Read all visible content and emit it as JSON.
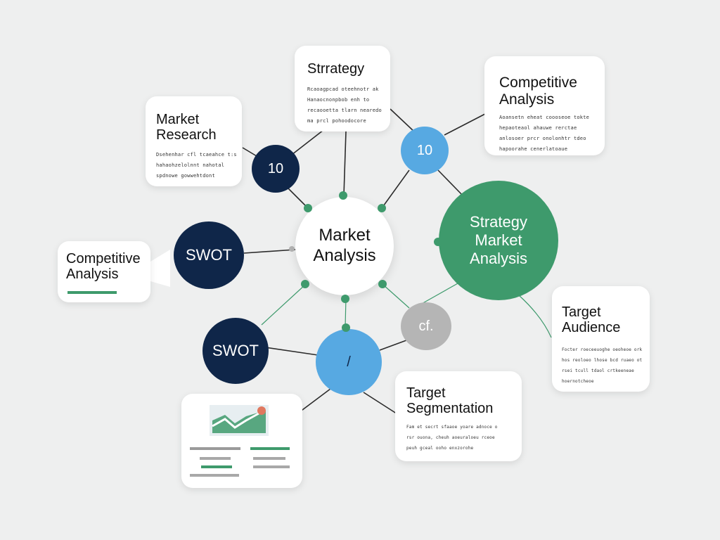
{
  "colors": {
    "background": "#eeefef",
    "navy": "#0f2649",
    "light_blue": "#57a9e2",
    "green": "#3e9a6c",
    "gray_node": "#b5b5b5",
    "connector": "#2b2b2b"
  },
  "center_node": {
    "label": "Market\nAnalysis"
  },
  "nodes": {
    "navy_top": {
      "label": "10"
    },
    "blue_top": {
      "label": "10"
    },
    "swot_left": {
      "label": "SWOT"
    },
    "swot_bottom": {
      "label": "SWOT"
    },
    "green_big": {
      "label": "Strategy\nMarket\nAnalysis"
    },
    "gray_small": {
      "label": "cf."
    },
    "blue_bottom": {
      "label": "/"
    }
  },
  "cards": {
    "strategy": {
      "title": "Strrategy",
      "text": "Rcaoagpcad oteehnotr ak\nHanaocnonpbob enh to\nrecaooetta tlarn nearedo\nma prcl pohoodocore"
    },
    "market_research": {
      "title": "Market\nResearch",
      "text": "Dsehenhar cfl tcaeahce t:s\nhahaohzelolnnt nahotal\nspdnowe gowwehtdont"
    },
    "competitive_top": {
      "title": "Competitive\nAnalysis",
      "text": "Aoansetn eheat coooseoe tokte\nhepaoteaol ahauwe rerctae\nanlosoer prcr onolonhtr tdeo\nhapoorahe cenerlatoaue"
    },
    "competitive_left": {
      "title": "Competitive\nAnalysis"
    },
    "target_audience": {
      "title": "Target\nAudience",
      "text": "Focter roeceeuoghe oeoheoe ork\nhos reoloeo lhose bcd ruaeo ot\nrsei tcull tdaol crtkeeneae\nhoernotcheoe"
    },
    "target_segmentation": {
      "title": "Target\nSegmentation",
      "text": "Fam et secrt sfaaoe yoare adnoce o\nrsr ouona, cheuh aoeuraloeu rceoe\npeuh gceal ooho enxzorohe"
    }
  },
  "dashboard_card": {
    "chart_icon": "area-chart-icon"
  }
}
